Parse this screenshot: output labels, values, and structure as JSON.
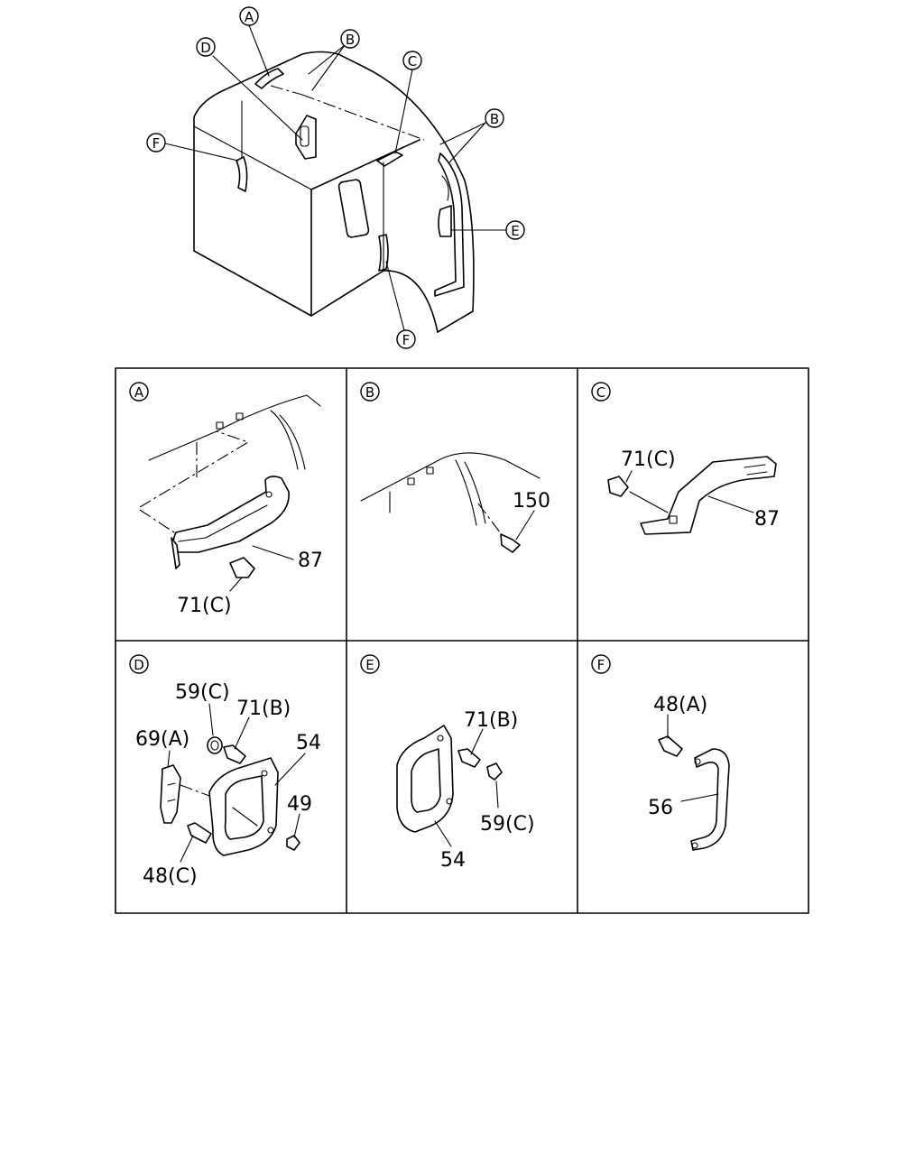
{
  "callouts": {
    "A": "A",
    "B": "B",
    "C": "C",
    "D": "D",
    "E": "E",
    "F": "F"
  },
  "panels": [
    {
      "letter": "A",
      "labels": [
        "87",
        "71(C)"
      ]
    },
    {
      "letter": "B",
      "labels": [
        "150"
      ]
    },
    {
      "letter": "C",
      "labels": [
        "71(C)",
        "87"
      ]
    },
    {
      "letter": "D",
      "labels": [
        "59(C)",
        "71(B)",
        "69(A)",
        "54",
        "49",
        "48(C)"
      ]
    },
    {
      "letter": "E",
      "labels": [
        "71(B)",
        "54",
        "59(C)"
      ]
    },
    {
      "letter": "F",
      "labels": [
        "48(A)",
        "56"
      ]
    }
  ]
}
